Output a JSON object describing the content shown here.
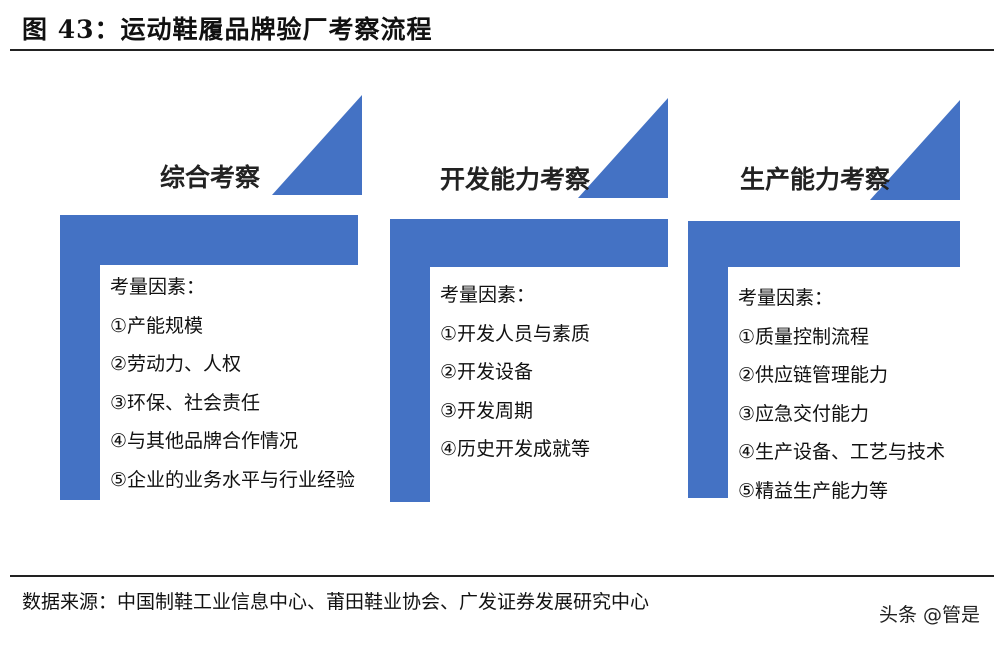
{
  "figure_title": "图 43：运动鞋履品牌验厂考察流程",
  "accent_color": "#4472C4",
  "panels": [
    {
      "heading": "综合考察",
      "factors_label": "考量因素：",
      "items": [
        "①产能规模",
        "②劳动力、人权",
        "③环保、社会责任",
        "④与其他品牌合作情况",
        "⑤企业的业务水平与行业经验"
      ]
    },
    {
      "heading": "开发能力考察",
      "factors_label": "考量因素：",
      "items": [
        "①开发人员与素质",
        "②开发设备",
        "③开发周期",
        "④历史开发成就等"
      ]
    },
    {
      "heading": "生产能力考察",
      "factors_label": "考量因素：",
      "items": [
        "①质量控制流程",
        "②供应链管理能力",
        "③应急交付能力",
        "④生产设备、工艺与技术",
        "⑤精益生产能力等"
      ]
    }
  ],
  "source": "数据来源：中国制鞋工业信息中心、莆田鞋业协会、广发证券发展研究中心",
  "watermark": "头条 @管是"
}
